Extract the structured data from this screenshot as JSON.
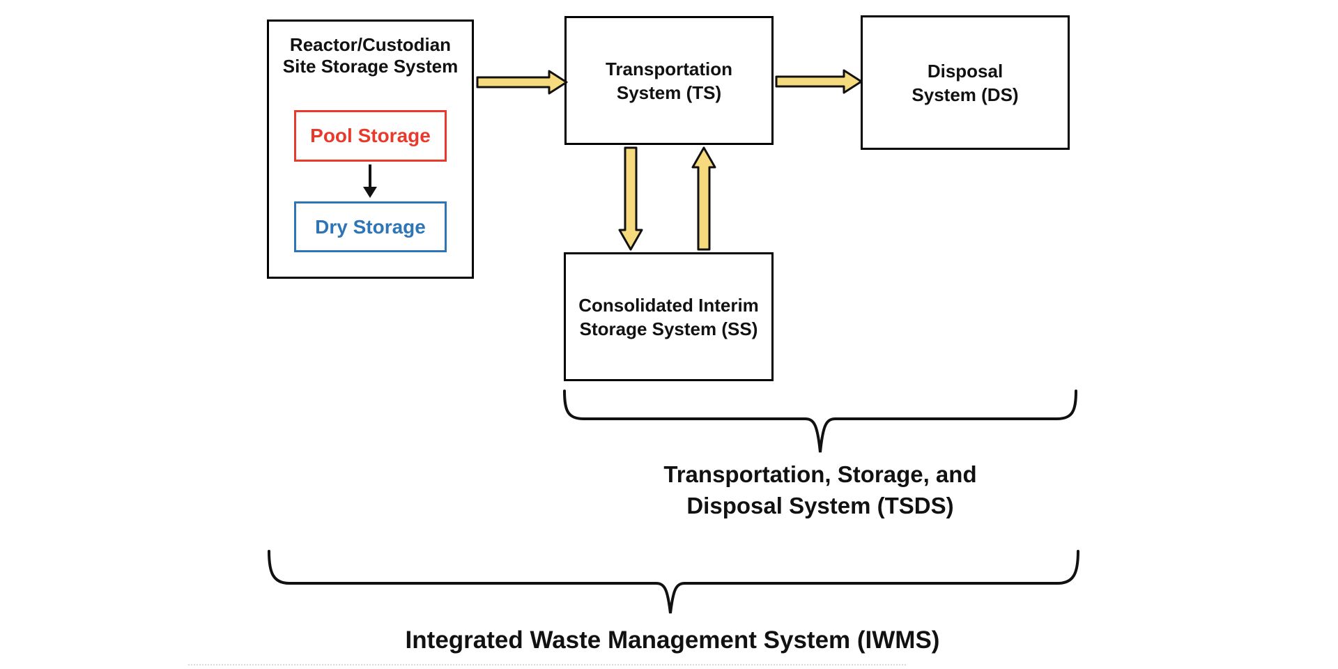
{
  "diagram": {
    "boxes": {
      "reactor": {
        "title_line1": "Reactor/Custodian",
        "title_line2": "Site Storage System"
      },
      "pool": {
        "label": "Pool Storage"
      },
      "dry": {
        "label": "Dry Storage"
      },
      "ts": {
        "line1": "Transportation",
        "line2": "System (TS)"
      },
      "ds": {
        "line1": "Disposal",
        "line2": "System (DS)"
      },
      "ss": {
        "line1": "Consolidated Interim",
        "line2": "Storage System (SS)"
      }
    },
    "braces": {
      "tsds": {
        "label_line1": "Transportation, Storage, and",
        "label_line2": "Disposal System (TSDS)"
      },
      "iwms": {
        "label": "Integrated Waste Management System (IWMS)"
      }
    },
    "arrows": {
      "reactor_to_ts": "flow arrow",
      "ts_to_ds": "flow arrow",
      "ts_to_ss": "flow arrow down",
      "ss_to_ts": "flow arrow up",
      "pool_to_dry": "black arrow"
    },
    "colors": {
      "box_border": "#000000",
      "pool_red": "#e8392b",
      "dry_blue": "#2e75b6",
      "flow_arrow_fill": "#f5da7e",
      "flow_arrow_outline": "#111111",
      "text": "#111111"
    }
  }
}
